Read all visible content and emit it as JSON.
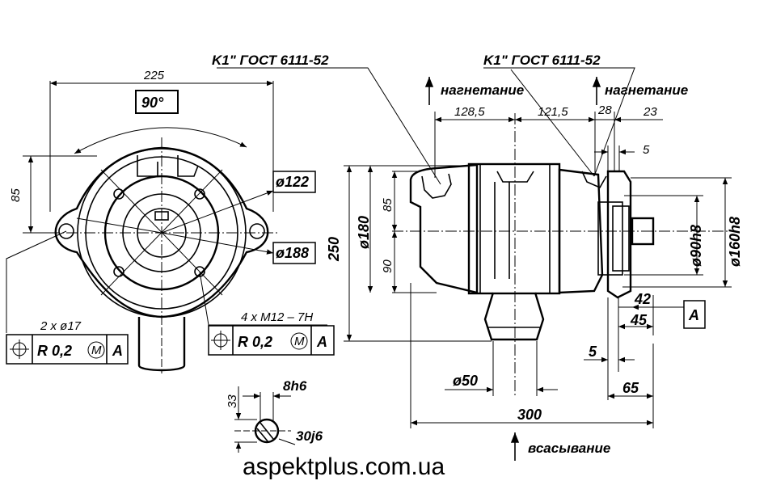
{
  "labels": {
    "gost_left": "K1\" ГОСТ 6111-52",
    "gost_right": "K1\" ГОСТ 6111-52",
    "discharge_left": "нагнетание",
    "discharge_right": "нагнетание",
    "suction": "всасывание",
    "watermark": "aspektplus.com.ua"
  },
  "front_view": {
    "width": "225",
    "angle": "90°",
    "height_85": "85",
    "dia_122": "ø122",
    "dia_188": "ø188",
    "holes_2": "2 x ø17",
    "holes_4": "4 x M12 – 7H",
    "tol_left": {
      "symbol": "⌖",
      "value": "R 0,2",
      "mod": "M",
      "datum": "A"
    },
    "tol_right": {
      "symbol": "⌖",
      "value": "R 0,2",
      "mod": "M",
      "datum": "A"
    }
  },
  "shaft_section": {
    "d33": "33",
    "key": "8h6",
    "dia": "30j6"
  },
  "side_view": {
    "d128_5": "128,5",
    "d121_5": "121,5",
    "d28": "28",
    "d23": "23",
    "d5_top": "5",
    "d85": "85",
    "d90": "90",
    "d250": "250",
    "dia180": "ø180",
    "dia90h8": "ø90h8",
    "dia160h8": "ø160h8",
    "d42": "42",
    "d45": "45",
    "datum_A": "A",
    "d5_bottom": "5",
    "dia50": "ø50",
    "d65": "65",
    "d300": "300"
  }
}
